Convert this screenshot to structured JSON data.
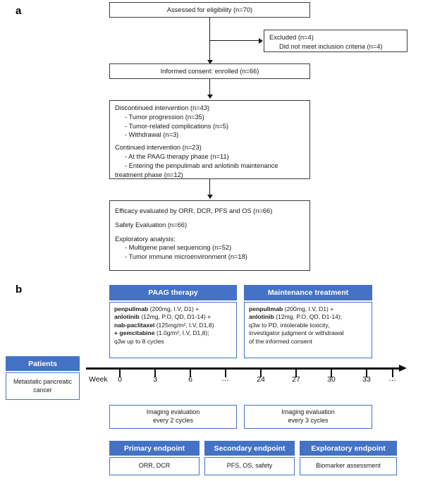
{
  "figure": {
    "panel_a_letter": "a",
    "panel_b_letter": "b"
  },
  "panel_a": {
    "boxes": {
      "assessed": "Assessed for eligibility (n=70)",
      "excluded_title": "Excluded (n=4)",
      "excluded_reason": "Did not meet inclusion criteria (n=4)",
      "informed_consent": "Informed consent: enrolled (n=66)",
      "discontinued_title": "Discontinued intervention (n=43)",
      "discontinued_item_1": "- Tumor progression (n=35)",
      "discontinued_item_2": "- Tumor-related complications (n=5)",
      "discontinued_item_3": "- Withdrawal (n=3)",
      "continued_title": "Continued intervention (n=23)",
      "continued_item_1": "- At the PAAG therapy phase (n=11)",
      "continued_item_2": "- Entering the penpulimab and anlotinib maintenance",
      "continued_item_2b": "treatment phase (n=12)",
      "efficacy": "Efficacy evaluated by ORR, DCR, PFS and OS (n=66)",
      "safety": "Safety Evaluation (n=66)",
      "exploratory_title": "Exploratory analysis:",
      "exploratory_item_1": "- Multigene panel sequencing (n=52)",
      "exploratory_item_2": "- Tumor immune microenvironment (n=18)"
    }
  },
  "panel_b": {
    "paag": {
      "header": "PAAG therapy",
      "drug_1": "penpulimab",
      "drug_1_detail": " (200mg, I.V, D1) +",
      "drug_2": "anlotinib",
      "drug_2_detail": " (12mg, P.O, QD, D1-14) +",
      "drug_3": "nab-paclitaxel",
      "drug_3_detail": " (125mg/m², I.V, D1,8)",
      "drug_4": "+ gemcitabine",
      "drug_4_detail": " (1.0g/m², I.V, D1,8);",
      "schedule": "q3w up to 8 cycles"
    },
    "maintenance": {
      "header": "Maintenance treatment",
      "drug_1": "penpulimab",
      "drug_1_detail": " (200mg, I.V, D1) +",
      "drug_2": "anlotinib",
      "drug_2_detail": " (12mg, P.O, QD, D1-14);",
      "line_3": "q3w to PD, intolerable toxicity,",
      "line_4": "investigator judgment or withdrawal",
      "line_5": "of the informed consent"
    },
    "patients": {
      "header": "Patients",
      "body": "Metastatic pancreatic cancer"
    },
    "timeline": {
      "week_label": "Week",
      "ticks": [
        "0",
        "3",
        "6",
        "…",
        "24",
        "27",
        "30",
        "33",
        "…"
      ]
    },
    "imaging": {
      "left_line_1": "Imaging evaluation",
      "left_line_2": "every 2 cycles",
      "right_line_1": "Imaging evaluation",
      "right_line_2": "every 3 cycles"
    },
    "endpoints": [
      {
        "header": "Primary endpoint",
        "body": "ORR, DCR"
      },
      {
        "header": "Secondary endpoint",
        "body": "PFS, OS, safety"
      },
      {
        "header": "Exploratory endpoint",
        "body": "Biomarker assessment"
      }
    ]
  },
  "colors": {
    "accent_blue": "#4472C4",
    "box_border_dark": "#3c3c3c",
    "text": "#1a1a1a"
  }
}
